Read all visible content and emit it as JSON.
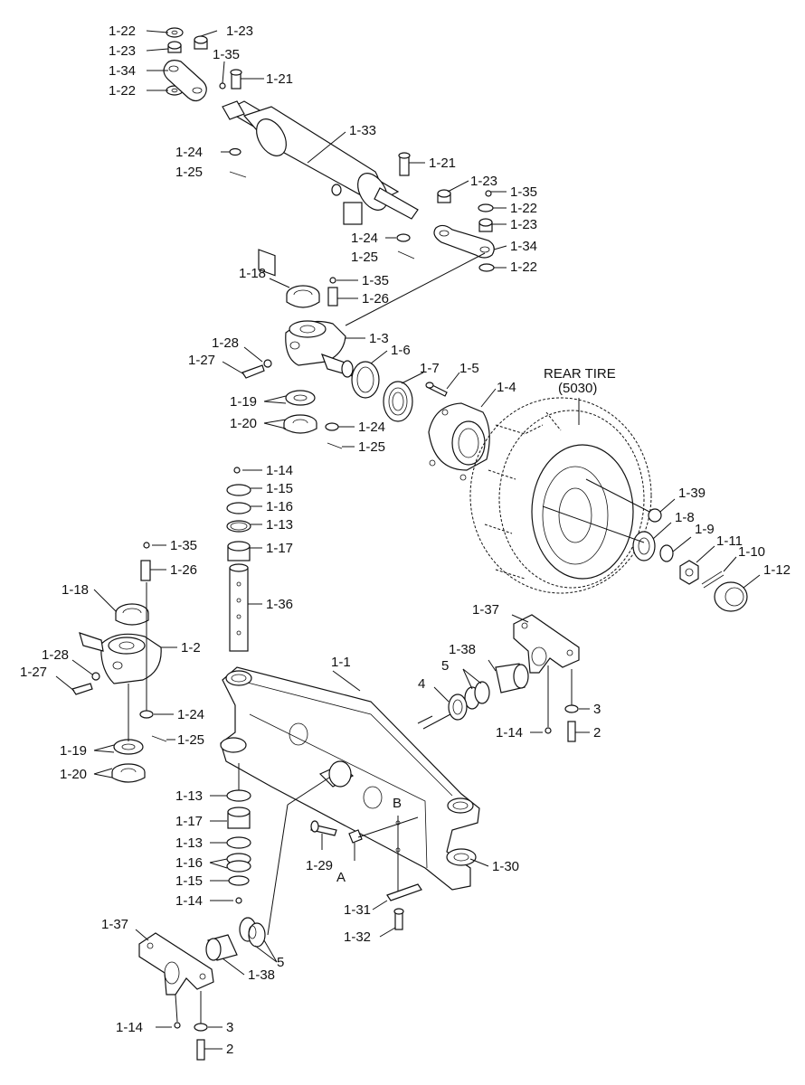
{
  "diagram": {
    "tire_label_line1": "REAR TIRE",
    "tire_label_line2": "(5030)",
    "callouts": [
      {
        "id": "c01",
        "text": "1-22"
      },
      {
        "id": "c02",
        "text": "1-23"
      },
      {
        "id": "c03",
        "text": "1-23"
      },
      {
        "id": "c04",
        "text": "1-35"
      },
      {
        "id": "c05",
        "text": "1-34"
      },
      {
        "id": "c06",
        "text": "1-21"
      },
      {
        "id": "c07",
        "text": "1-22"
      },
      {
        "id": "c08",
        "text": "1-33"
      },
      {
        "id": "c09",
        "text": "1-24"
      },
      {
        "id": "c10",
        "text": "1-25"
      },
      {
        "id": "c11",
        "text": "1-21"
      },
      {
        "id": "c12",
        "text": "1-23"
      },
      {
        "id": "c13",
        "text": "1-35"
      },
      {
        "id": "c14",
        "text": "1-22"
      },
      {
        "id": "c15",
        "text": "1-23"
      },
      {
        "id": "c16",
        "text": "1-24"
      },
      {
        "id": "c17",
        "text": "1-34"
      },
      {
        "id": "c18",
        "text": "1-25"
      },
      {
        "id": "c19",
        "text": "1-22"
      },
      {
        "id": "c20",
        "text": "1-18"
      },
      {
        "id": "c21",
        "text": "1-35"
      },
      {
        "id": "c22",
        "text": "1-26"
      },
      {
        "id": "c23",
        "text": "1-3"
      },
      {
        "id": "c24",
        "text": "1-28"
      },
      {
        "id": "c25",
        "text": "1-6"
      },
      {
        "id": "c26",
        "text": "1-27"
      },
      {
        "id": "c27",
        "text": "1-7"
      },
      {
        "id": "c28",
        "text": "1-5"
      },
      {
        "id": "c29",
        "text": "1-4"
      },
      {
        "id": "c30",
        "text": "1-19"
      },
      {
        "id": "c31",
        "text": "1-20"
      },
      {
        "id": "c32",
        "text": "1-24"
      },
      {
        "id": "c33",
        "text": "1-25"
      },
      {
        "id": "c34",
        "text": "1-14"
      },
      {
        "id": "c35",
        "text": "1-15"
      },
      {
        "id": "c36",
        "text": "1-16"
      },
      {
        "id": "c37",
        "text": "1-13"
      },
      {
        "id": "c38",
        "text": "1-35"
      },
      {
        "id": "c39",
        "text": "1-17"
      },
      {
        "id": "c40",
        "text": "1-26"
      },
      {
        "id": "c41",
        "text": "1-39"
      },
      {
        "id": "c42",
        "text": "1-8"
      },
      {
        "id": "c43",
        "text": "1-9"
      },
      {
        "id": "c44",
        "text": "1-11"
      },
      {
        "id": "c45",
        "text": "1-10"
      },
      {
        "id": "c46",
        "text": "1-12"
      },
      {
        "id": "c47",
        "text": "1-18"
      },
      {
        "id": "c48",
        "text": "1-36"
      },
      {
        "id": "c49",
        "text": "1-37"
      },
      {
        "id": "c50",
        "text": "1-2"
      },
      {
        "id": "c51",
        "text": "1-28"
      },
      {
        "id": "c52",
        "text": "1-27"
      },
      {
        "id": "c53",
        "text": "1-1"
      },
      {
        "id": "c54",
        "text": "1-38"
      },
      {
        "id": "c55",
        "text": "5"
      },
      {
        "id": "c56",
        "text": "4"
      },
      {
        "id": "c57",
        "text": "1-24"
      },
      {
        "id": "c58",
        "text": "1-25"
      },
      {
        "id": "c59",
        "text": "3"
      },
      {
        "id": "c60",
        "text": "1-14"
      },
      {
        "id": "c61",
        "text": "2"
      },
      {
        "id": "c62",
        "text": "1-19"
      },
      {
        "id": "c63",
        "text": "1-20"
      },
      {
        "id": "c64",
        "text": "1-13"
      },
      {
        "id": "c65",
        "text": "1-17"
      },
      {
        "id": "c66",
        "text": "B"
      },
      {
        "id": "c67",
        "text": "1-13"
      },
      {
        "id": "c68",
        "text": "1-16"
      },
      {
        "id": "c69",
        "text": "1-29"
      },
      {
        "id": "c70",
        "text": "1-30"
      },
      {
        "id": "c71",
        "text": "A"
      },
      {
        "id": "c72",
        "text": "1-15"
      },
      {
        "id": "c73",
        "text": "1-14"
      },
      {
        "id": "c74",
        "text": "1-31"
      },
      {
        "id": "c75",
        "text": "1-32"
      },
      {
        "id": "c76",
        "text": "1-37"
      },
      {
        "id": "c77",
        "text": "1-38"
      },
      {
        "id": "c78",
        "text": "5"
      },
      {
        "id": "c79",
        "text": "1-14"
      },
      {
        "id": "c80",
        "text": "3"
      },
      {
        "id": "c81",
        "text": "2"
      }
    ]
  }
}
